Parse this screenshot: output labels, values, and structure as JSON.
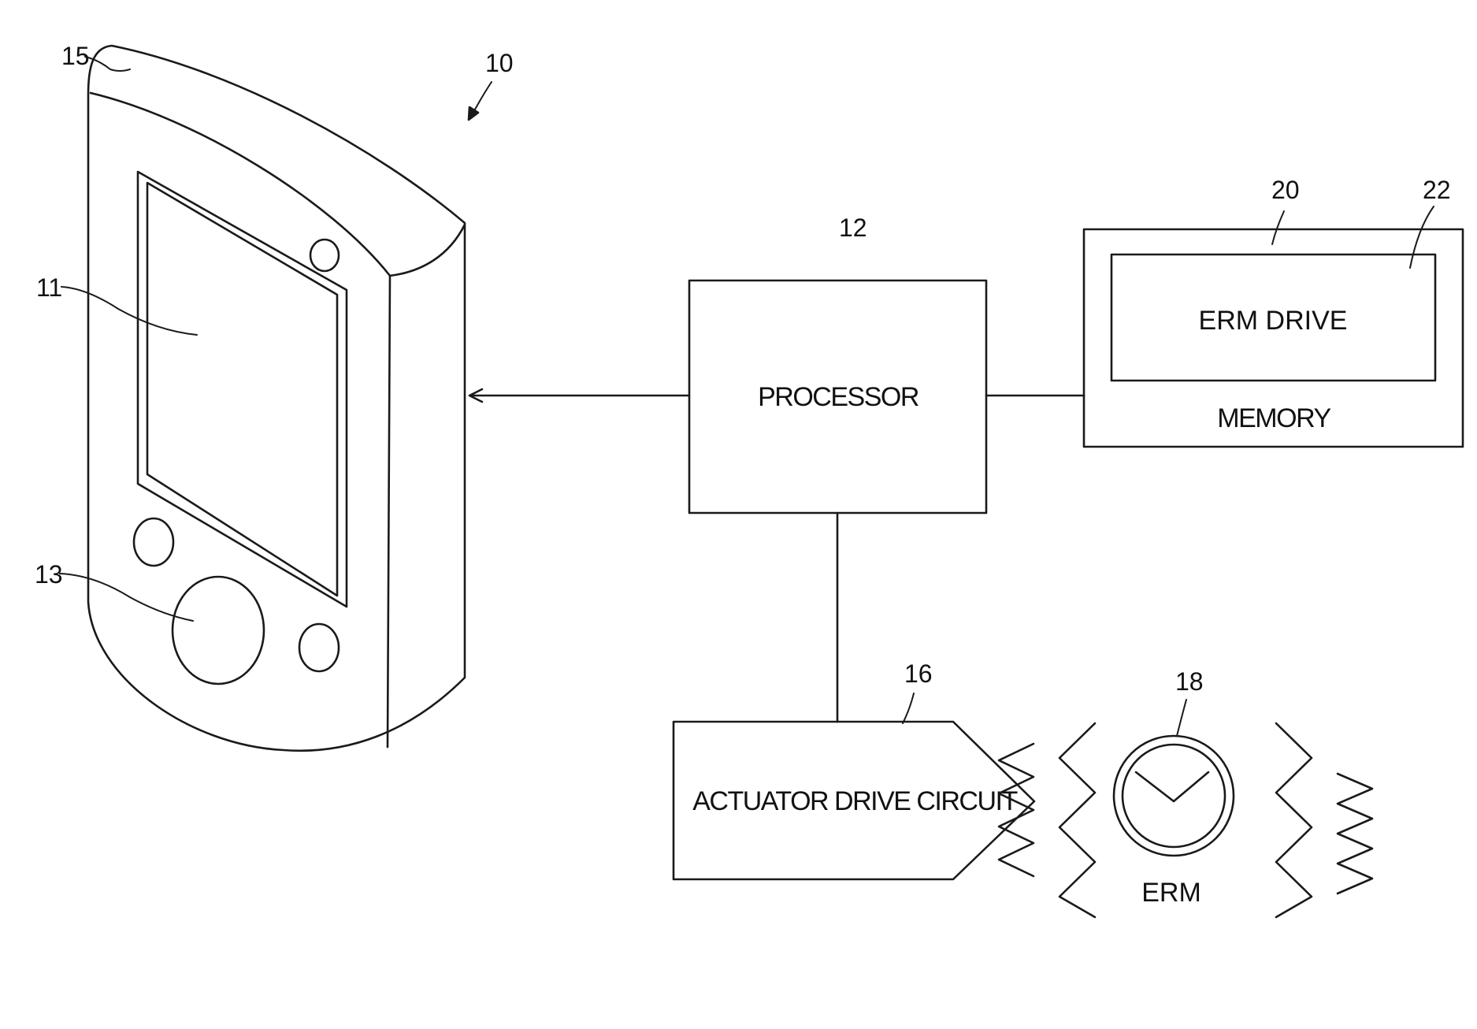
{
  "refs": {
    "device": "10",
    "display": "11",
    "processor": "12",
    "button": "13",
    "housing": "15",
    "drive_circuit": "16",
    "erm": "18",
    "memory": "20",
    "erm_drive": "22"
  },
  "labels": {
    "processor": "PROCESSOR",
    "memory": "MEMORY",
    "erm_drive": "ERM DRIVE",
    "actuator_drive_circuit": "ACTUATOR DRIVE CIRCUIT",
    "erm": "ERM"
  },
  "colors": {
    "line": "#1a1a1a",
    "background": "#ffffff"
  }
}
